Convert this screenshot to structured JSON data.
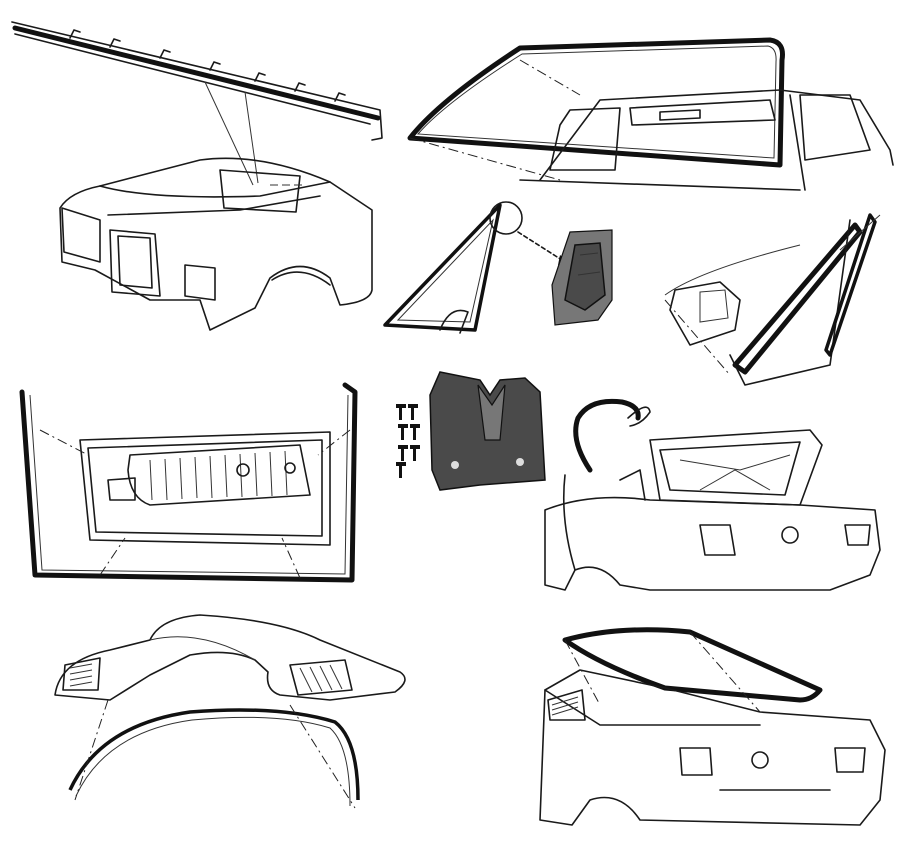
{
  "illustrations": [
    {
      "id": "cowl-seal",
      "icon": "cowl-hood-seal-icon"
    },
    {
      "id": "windshield-seal",
      "icon": "windshield-seal-icon"
    },
    {
      "id": "vent-window-seal",
      "icon": "vent-window-seal-icon"
    },
    {
      "id": "door-run-channel",
      "icon": "door-window-run-channel-icon"
    },
    {
      "id": "door-seal",
      "icon": "door-weatherstrip-icon"
    },
    {
      "id": "pad-and-screws",
      "icon": "rubber-pad-screws-icon"
    },
    {
      "id": "trunk-seal",
      "icon": "trunk-weatherstrip-icon"
    },
    {
      "id": "roof-rail-seal",
      "icon": "roof-rail-weatherstrip-icon"
    },
    {
      "id": "rear-window-seal",
      "icon": "rear-window-seal-icon"
    }
  ],
  "colors": {
    "line": "#1a1a1a",
    "rubber": "#4a4a4a",
    "background": "#ffffff"
  }
}
